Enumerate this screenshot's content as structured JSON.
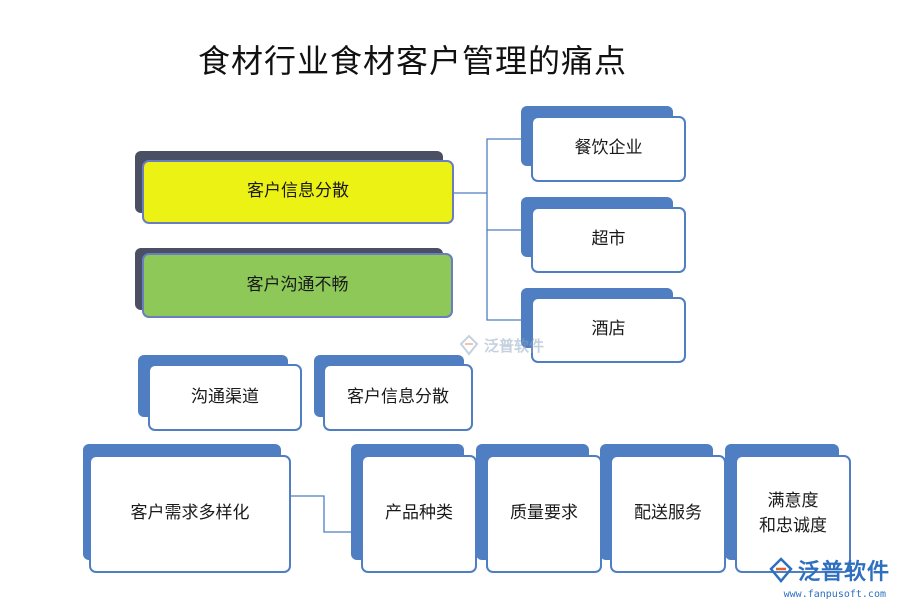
{
  "title": "食材行业食材客户管理的痛点",
  "boxes": {
    "scattered_info": "客户信息分散",
    "poor_comm": "客户沟通不畅",
    "catering": "餐饮企业",
    "supermarket": "超市",
    "hotel": "酒店",
    "channels": "沟通渠道",
    "scattered_info_2": "客户信息分散",
    "diverse_needs": "客户需求多样化",
    "product_types": "产品种类",
    "quality": "质量要求",
    "delivery": "配送服务",
    "satisfaction": "满意度\n和忠诚度"
  },
  "watermark": "泛普软件",
  "logo": {
    "name": "泛普软件",
    "url": "www.fanpusoft.com"
  },
  "colors": {
    "card_border": "#4f7ec2",
    "yellow": "#ecf214",
    "green": "#8dc858"
  }
}
